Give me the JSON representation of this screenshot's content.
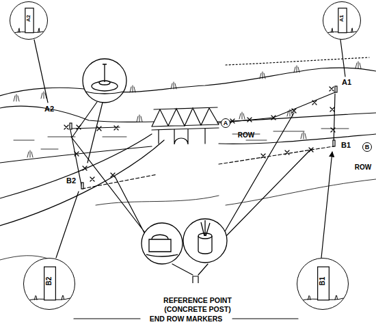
{
  "diagram": {
    "nodes": [
      {
        "text": [
          "A2"
        ]
      },
      {
        "text": [
          "A1"
        ]
      },
      {
        "text": [
          "A"
        ]
      },
      {
        "text": [
          "B"
        ]
      },
      {
        "text": [
          "B2"
        ]
      },
      {
        "text": [
          "B1"
        ]
      }
    ],
    "labels": [
      "A2",
      "ROW",
      "A1",
      "B1",
      "ROW",
      "B2",
      "REFERENCE POINT (CONCRETE POST)",
      "END ROW MARKERS"
    ]
  }
}
